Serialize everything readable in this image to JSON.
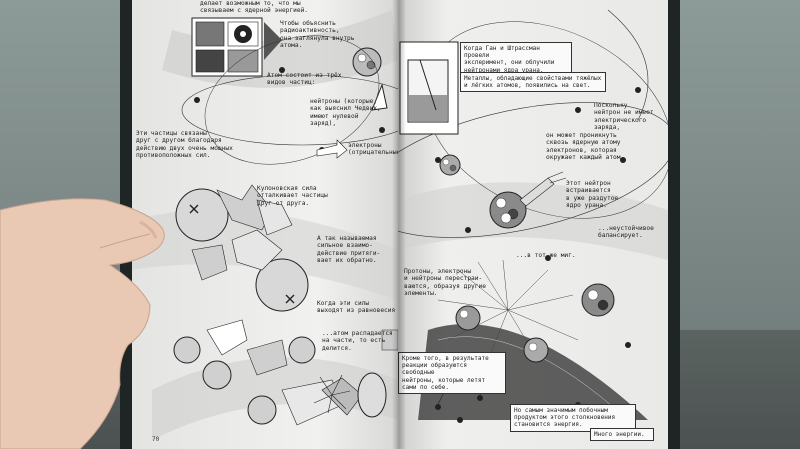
{
  "left_page": {
    "top_text": "делает возможным то, что мы\nсвязываем с ядерной энергией.",
    "caption_explain": "Чтобы объяснить\nрадиоактивность,\nона заглянула внутрь\nатома.",
    "caption_atom": "Атом состоит из трёх\nвидов частиц:",
    "caption_neutrons": "нейтроны (которые,\nкак выяснил Чедвик,\nимеют нулевой\nзаряд),",
    "caption_particles": "Эти частицы связаны\nдруг с другом благодаря\nдействию двух очень мощных\nпротивоположных сил.",
    "caption_electric": "электроны\n(отрицательные)",
    "caption_coulomb": "Кулоновская сила\nотталкивает частицы\nдруг от друга.",
    "caption_strong": "А так называемая\nсильное взаимо-\nдействие притяги-\nвает их обратно.",
    "caption_balance": "Когда эти силы\nвыходят из равновесия",
    "caption_split": "...атом распадается\nна части, то есть\nделится.",
    "page_number": "70"
  },
  "right_page": {
    "box_hahn": "Когда Ган и Штрассман провели\nэксперимент, они облучили\nнейтронами ядра урана.",
    "box_barium": "Металлы, обладающие свойствами тяжёлых\nи лёгких атомов, появились на свет.",
    "caption_neutron_charge": "Поскольку\nнейтрон не имеет\nэлектрического\nзаряда,",
    "caption_penetrate": "он может проникнуть\nсквозь ядерную атому\nэлектронов, которая\nокружает каждый атом.",
    "caption_absorb": "Этот нейтрон\nвстраивается\nв уже раздутое\nядро урана.",
    "caption_unstable": "...неустойчивое\nбалансирует.",
    "caption_moment": "...в тот же миг.",
    "caption_protons": "Протоны, электроны\nи нейтроны перестраи-\nваются, образуя другие\nэлементы.",
    "box_free_neutrons": "Кроме того, в результате\nреакции образуются свободные\nнейтроны, которые летят\nсами по себе.",
    "box_byproduct": "Но самым значимым побочным\nпродуктом этого столкновения\nстановится энергия.",
    "box_energy": "Много энергии."
  },
  "colors": {
    "ink": "#1f1f1f",
    "paper": "#efefed",
    "cover": "#1f2425",
    "skin": "#e9c8b4"
  }
}
